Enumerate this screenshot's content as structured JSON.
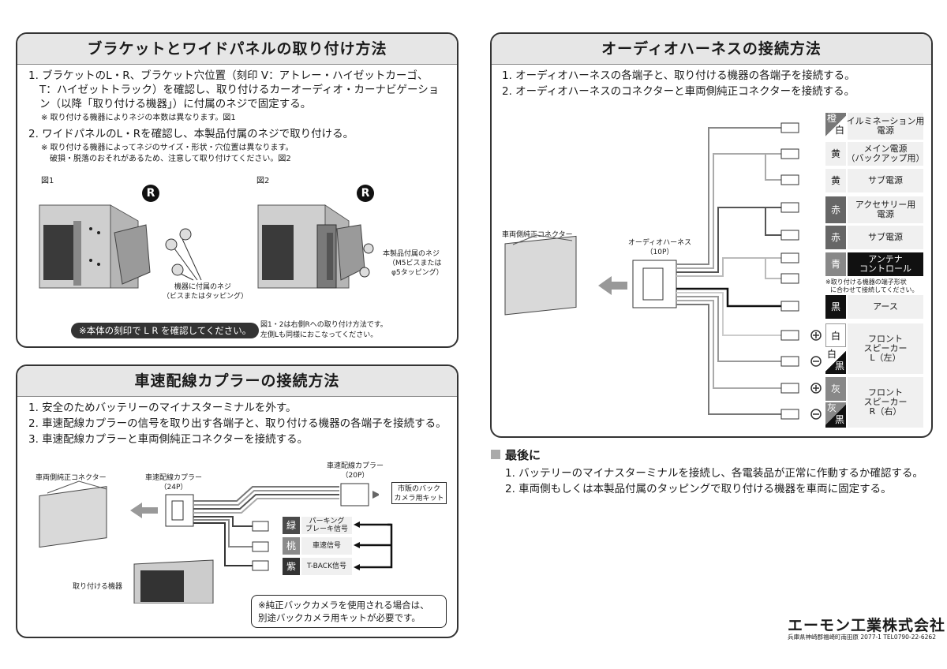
{
  "bracket": {
    "title": "ブラケットとワイドパネルの取り付け方法",
    "step1_lines": [
      "1. ブラケットのL・R、ブラケット穴位置（刻印 V：アトレー・ハイゼットカーゴ、",
      "T：ハイゼットトラック）を確認し、取り付けるカーオーディオ・カーナビゲーショ",
      "ン（以降「取り付ける機器」）に付属のネジで固定する。"
    ],
    "step1_note": "※ 取り付ける機器によりネジの本数は異なります。図1",
    "step2": "2. ワイドパネルのL・Rを確認し、本製品付属のネジで取り付ける。",
    "step2_notes": [
      "※ 取り付ける機器によってネジのサイズ・形状・穴位置は異なります。",
      "破損・脱落のおそれがあるため、注意して取り付けてください。図2"
    ],
    "fig1_label": "図1",
    "fig2_label": "図2",
    "r_mark": "R",
    "fig1_callout": [
      "機器に付属のネジ",
      "（ビスまたはタッピング）"
    ],
    "fig2_callout": [
      "本製品付属のネジ",
      "（M5ビスまたは",
      "φ5タッピング）"
    ],
    "badge": "※本体の刻印で L R を確認してください。",
    "footnote": [
      "図1・2は右側Rへの取り付け方法です。",
      "左側Lも同様におこなってください。"
    ]
  },
  "speed": {
    "title": "車速配線カプラーの接続方法",
    "steps": [
      "1. 安全のためバッテリーのマイナスターミナルを外す。",
      "2. 車速配線カプラーの信号を取り出す各端子と、取り付ける機器の各端子を接続する。",
      "3. 車速配線カプラーと車両側純正コネクターを接続する。"
    ],
    "vehicle_connector": "車両側純正コネクター",
    "coupler24": [
      "車速配線カプラー",
      "（24P）"
    ],
    "coupler20": [
      "車速配線カプラー",
      "（20P）"
    ],
    "camera_kit": [
      "市販のバック",
      "カメラ用キット"
    ],
    "wires": [
      {
        "color_name": "緑",
        "color": "#4a4a4a",
        "label": "パーキング\nブレーキ信号"
      },
      {
        "color_name": "桃",
        "color": "#8a8a8a",
        "label": "車速信号"
      },
      {
        "color_name": "紫",
        "color": "#333333",
        "label": "T-BACK信号"
      }
    ],
    "device_label": "取り付ける機器",
    "warning": [
      "※純正バックカメラを使用される場合は、",
      "別途バックカメラ用キットが必要です。"
    ]
  },
  "audio": {
    "title": "オーディオハーネスの接続方法",
    "steps": [
      "1. オーディオハーネスの各端子と、取り付ける機器の各端子を接続する。",
      "2. オーディオハーネスのコネクターと車両側純正コネクターを接続する。"
    ],
    "vehicle_connector": "車両側純正コネクター",
    "harness": [
      "オーディオハーネス",
      "（10P）"
    ],
    "rows": [
      {
        "color_top": "橙",
        "color_bottom": "白",
        "label": "イルミネーション用\n電源"
      },
      {
        "color_top": "黄",
        "color_bottom": "",
        "label": "メイン電源\n（バックアップ用）"
      },
      {
        "color_top": "黄",
        "color_bottom": "",
        "label": "サブ電源"
      },
      {
        "color_top": "赤",
        "color_bottom": "",
        "label": "アクセサリー用\n電源"
      },
      {
        "color_top": "赤",
        "color_bottom": "",
        "label": "サブ電源"
      },
      {
        "color_top": "青",
        "color_bottom": "",
        "label": "アンテナ\nコントロール"
      },
      {
        "color_top": "黒",
        "color_bottom": "",
        "label": "アース"
      },
      {
        "color_top": "白",
        "color_bottom": "",
        "label": ""
      },
      {
        "color_top": "白",
        "color_bottom": "黒",
        "label": ""
      },
      {
        "color_top": "灰",
        "color_bottom": "",
        "label": ""
      },
      {
        "color_top": "灰",
        "color_bottom": "黒",
        "label": ""
      }
    ],
    "speaker_l": "フロント\nスピーカー\nL（左）",
    "speaker_r": "フロント\nスピーカー\nR（右）",
    "antenna_note": [
      "※取り付ける機器の端子形状",
      "に合わせて接続してください。"
    ]
  },
  "final": {
    "title": "最後に",
    "steps": [
      "1. バッテリーのマイナスターミナルを接続し、各電装品が正常に作動するか確認する。",
      "2. 車両側もしくは本製品付属のタッピングで取り付ける機器を車両に固定する。"
    ]
  },
  "company": {
    "name": "エーモン工業株式会社",
    "address": "兵庫県神崎郡福崎町南田原 2077-1  TEL0790-22-6262"
  }
}
